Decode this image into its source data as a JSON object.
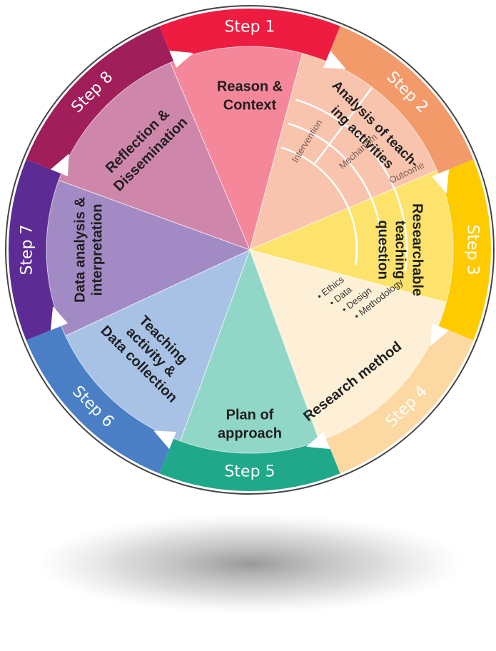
{
  "steps": [
    {
      "step": "Step 1",
      "title_lines": [
        "Reason &",
        "Context"
      ],
      "ring_color": "#ED1C40",
      "fill_color": "#F4879A",
      "step_text_color": "#ffffff"
    },
    {
      "step": "Step 2",
      "title_lines": [
        "Analysis of teach-",
        "ing activities"
      ],
      "ring_color": "#F39A6A",
      "fill_color": "#F8C4AE",
      "step_text_color": "#B34A20",
      "sub_items": [
        "Intervention",
        "Mechanism",
        "Outcome"
      ]
    },
    {
      "step": "Step 3",
      "title_lines": [
        "Researchable",
        "teaching",
        "question"
      ],
      "ring_color": "#FDCB00",
      "fill_color": "#FDE36C",
      "step_text_color": "#7A5A00"
    },
    {
      "step": "Step 4",
      "title_lines": [
        "Research method"
      ],
      "ring_color": "#FCD9A2",
      "fill_color": "#FEF0D6",
      "step_text_color": "#9A7A50",
      "bullets": [
        "Ethics",
        "Data",
        "Design",
        "Methodology"
      ]
    },
    {
      "step": "Step 5",
      "title_lines": [
        "Plan of",
        "approach"
      ],
      "ring_color": "#1FA88A",
      "fill_color": "#91D7C7",
      "step_text_color": "#ffffff"
    },
    {
      "step": "Step 6",
      "title_lines": [
        "Teaching",
        "activity &",
        "Data collection"
      ],
      "ring_color": "#4A7FC6",
      "fill_color": "#A8C2E6",
      "step_text_color": "#ffffff"
    },
    {
      "step": "Step 7",
      "title_lines": [
        "Data analysis &",
        "interpretation"
      ],
      "ring_color": "#5C2C94",
      "fill_color": "#A28AC4",
      "step_text_color": "#ffffff"
    },
    {
      "step": "Step 8",
      "title_lines": [
        "Reflection &",
        "Dissemination"
      ],
      "ring_color": "#A01E5A",
      "fill_color": "#CF86AB",
      "step_text_color": "#ffffff"
    }
  ]
}
